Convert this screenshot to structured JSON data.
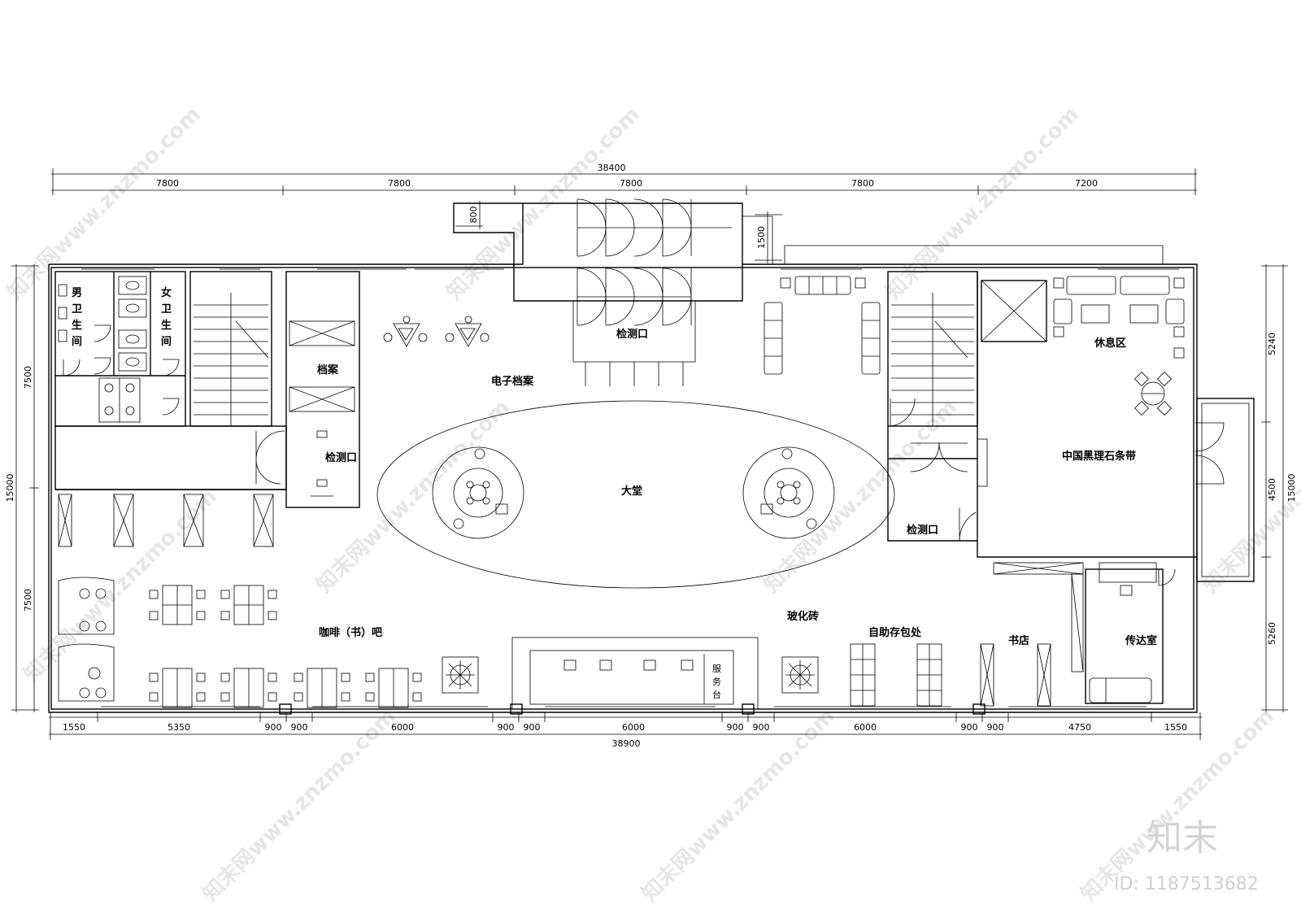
{
  "dimensions": {
    "top_total": "38400",
    "top_segments": [
      "7800",
      "7800",
      "7800",
      "7800",
      "7200"
    ],
    "bottom_total": "38900",
    "bottom_segments": [
      "1550",
      "5350",
      "900",
      "900",
      "6000",
      "900",
      "900",
      "6000",
      "900",
      "900",
      "6000",
      "900",
      "900",
      "4750",
      "1550"
    ],
    "left_total": "15000",
    "left_segments": [
      "7500",
      "7500"
    ],
    "right_total": "15000",
    "right_segments": [
      "5240",
      "4500",
      "5260"
    ],
    "small_top_left": "800",
    "small_top_right": "1500"
  },
  "rooms": {
    "mens_wc": [
      "男",
      "卫",
      "生",
      "间"
    ],
    "womens_wc": [
      "女",
      "卫",
      "生",
      "间"
    ],
    "archive": "档案",
    "e_archive": "电子档案",
    "checkpoint_top": "检测口",
    "checkpoint_left": "检测口",
    "checkpoint_right": "检测口",
    "lobby": "大堂",
    "lounge": "休息区",
    "marble_strip": "中国黑理石条带",
    "cafe": "咖啡（书）吧",
    "tiles": "玻化砖",
    "lockers": "自助存包处",
    "bookstore": "书店",
    "reception": "传达室",
    "service_desk": [
      "服",
      "务",
      "台"
    ]
  },
  "watermarks": {
    "text": "知末网www.znzmo.com",
    "brand": "知末",
    "id": "ID: 1187513682"
  }
}
